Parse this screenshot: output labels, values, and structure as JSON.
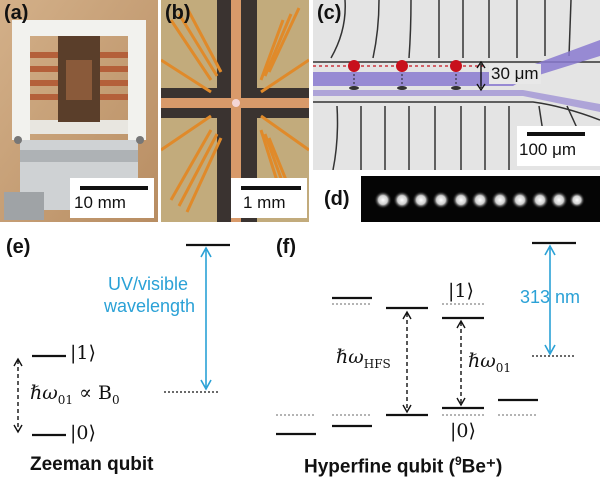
{
  "panels": {
    "a": {
      "label": "(a)",
      "scale": "10 mm"
    },
    "b": {
      "label": "(b)",
      "scale": "1 mm"
    },
    "c": {
      "label": "(c)",
      "scale": "100 μm",
      "spacing": "30 μm"
    },
    "d": {
      "label": "(d)"
    },
    "e": {
      "label": "(e)",
      "wavelength_line1": "UV/visible",
      "wavelength_line2": "wavelength",
      "ket1": "|1⟩",
      "ket0": "|0⟩",
      "transition": "ℏω",
      "transition_sub": "01",
      "proportional": "∝ B",
      "proportional_sub": "0",
      "caption": "Zeeman qubit"
    },
    "f": {
      "label": "(f)",
      "ket1": "|1⟩",
      "ket0": "|0⟩",
      "hfs": "ℏω",
      "hfs_sub": "HFS",
      "w01": "ℏω",
      "w01_sub": "01",
      "wavelength": "313 nm",
      "caption_main": "Hyperfine qubit (",
      "caption_sup": "9",
      "caption_end": "Be⁺)"
    }
  },
  "colors": {
    "accent_blue": "#2aa1d6",
    "level_black": "#111111",
    "dotted_gray": "#888888",
    "ion_red": "#c8101c",
    "laser_purple": "#7b6cc8"
  }
}
